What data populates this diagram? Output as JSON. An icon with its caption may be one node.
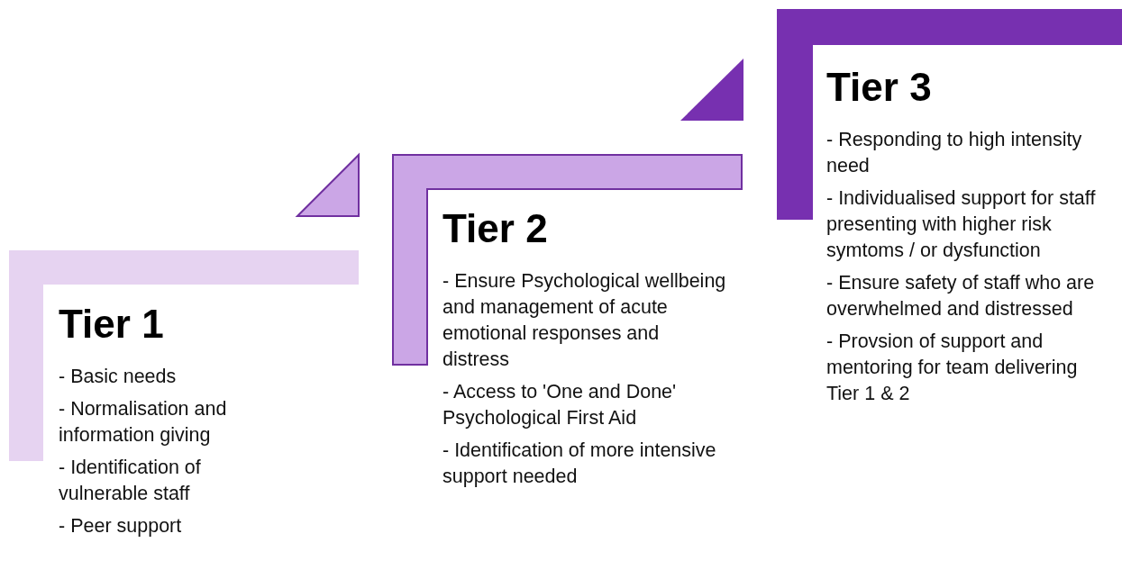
{
  "diagram": {
    "nodes": [
      {
        "text": [
          "Tier 1",
          "- Basic needs",
          "- Normalisation and information giving",
          "- Identification of vulnerable staff",
          "- Peer support"
        ]
      },
      {
        "text": [
          "Tier 2",
          "- Ensure Psychological wellbeing and management of acute emotional responses and distress",
          "- Access to 'One and Done' Psychological First Aid",
          "- Identification of more intensive support needed"
        ]
      },
      {
        "text": [
          "Tier 3",
          "- Responding to high intensity need",
          "- Individualised support for staff presenting with higher risk symtoms / or dysfunction",
          "- Ensure safety of staff who are overwhelmed and distressed",
          "- Provsion of support and mentoring for team delivering Tier 1 & 2"
        ]
      }
    ]
  }
}
